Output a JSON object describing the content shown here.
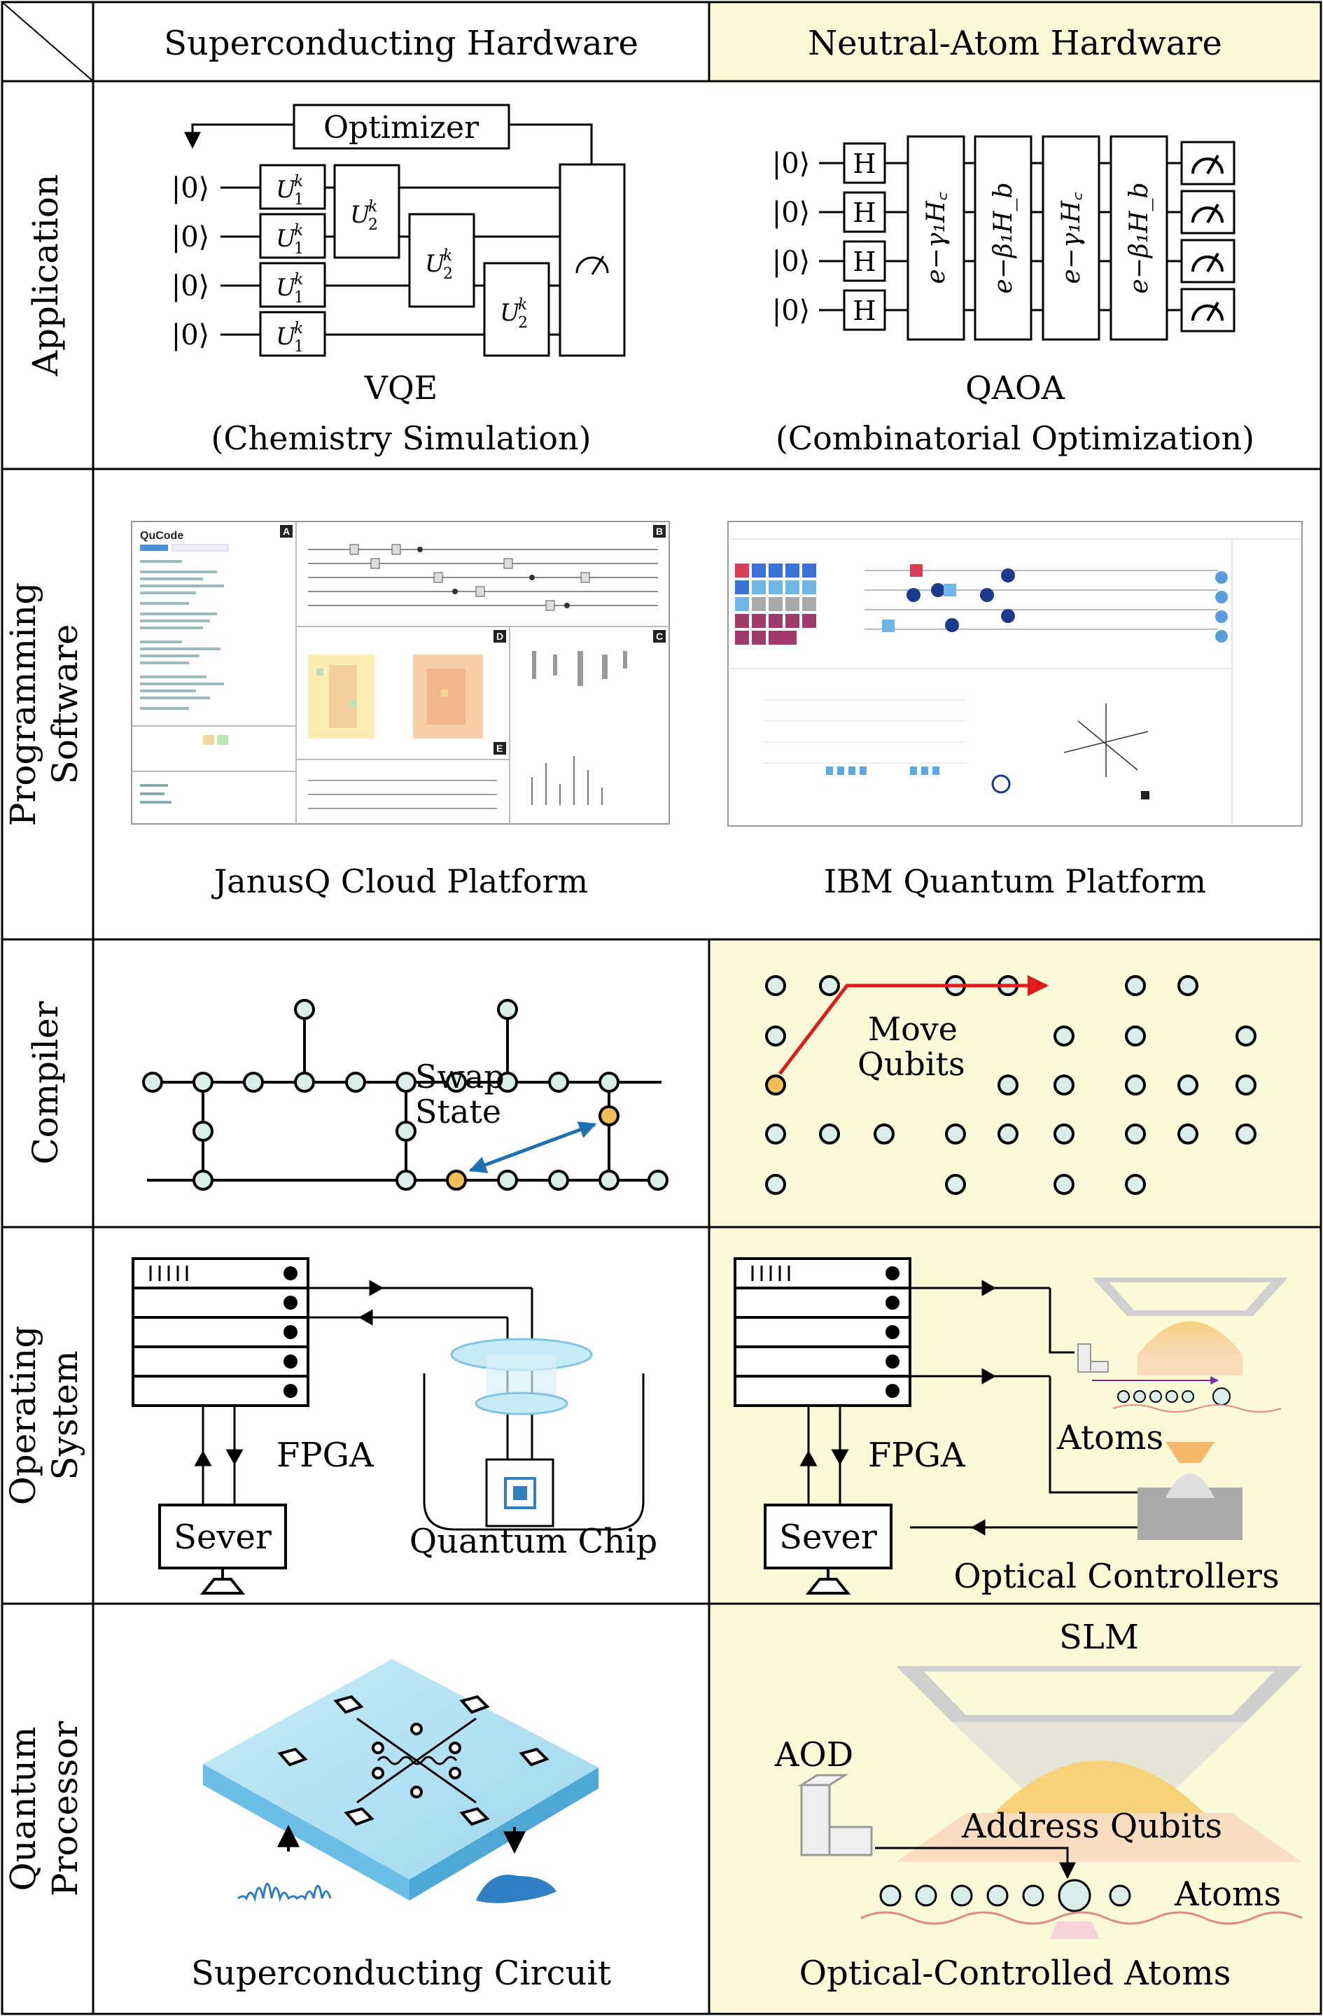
{
  "columns": {
    "left": "Superconducting Hardware",
    "right": "Neutral-Atom Hardware"
  },
  "rows": {
    "application": "Application",
    "programming_line1": "Programming",
    "programming_line2": "Software",
    "compiler": "Compiler",
    "os_line1": "Operating",
    "os_line2": "System",
    "qp_line1": "Quantum",
    "qp_line2": "Processor"
  },
  "application": {
    "optimizer": "Optimizer",
    "ket": "|0⟩",
    "gate_u1": "U",
    "gate_u2": "U",
    "gate_sub1": "1",
    "gate_sub2": "2",
    "gate_sup": "k",
    "hadamard": "H",
    "exp_hc": "e−γ₁H꜀",
    "exp_hb": "e−β₁H_b",
    "vqe_title": "VQE",
    "vqe_sub": "(Chemistry Simulation)",
    "qaoa_title": "QAOA",
    "qaoa_sub": "(Combinatorial Optimization)"
  },
  "software": {
    "janus_caption": "JanusQ Cloud Platform",
    "ibm_caption": "IBM Quantum Platform",
    "janus_logo": "QuCode",
    "panel_a": "A",
    "panel_b": "B",
    "panel_c": "C",
    "panel_d": "D",
    "panel_e": "E"
  },
  "compiler": {
    "swap_line1": "Swap",
    "swap_line2": "State",
    "move_line1": "Move",
    "move_line2": "Qubits"
  },
  "os": {
    "fpga_left": "FPGA",
    "fpga_right": "FPGA",
    "sever_left": "Sever",
    "sever_right": "Sever",
    "chip_label": "Quantum Chip",
    "atoms_label": "Atoms",
    "optical_label": "Optical Controllers"
  },
  "processor": {
    "sc_caption": "Superconducting Circuit",
    "slm": "SLM",
    "aod": "AOD",
    "address": "Address Qubits",
    "atoms": "Atoms",
    "oc_caption": "Optical-Controlled Atoms"
  },
  "colors": {
    "highlight_bg": "#fbfad8",
    "node_fill": "#d9eee9",
    "node_active": "#f3be55",
    "arrow_red": "#e01b1b",
    "arrow_blue": "#1f6fb3",
    "chip_blue": "#a7dcf0",
    "laser_orange": "#f3b86a"
  }
}
